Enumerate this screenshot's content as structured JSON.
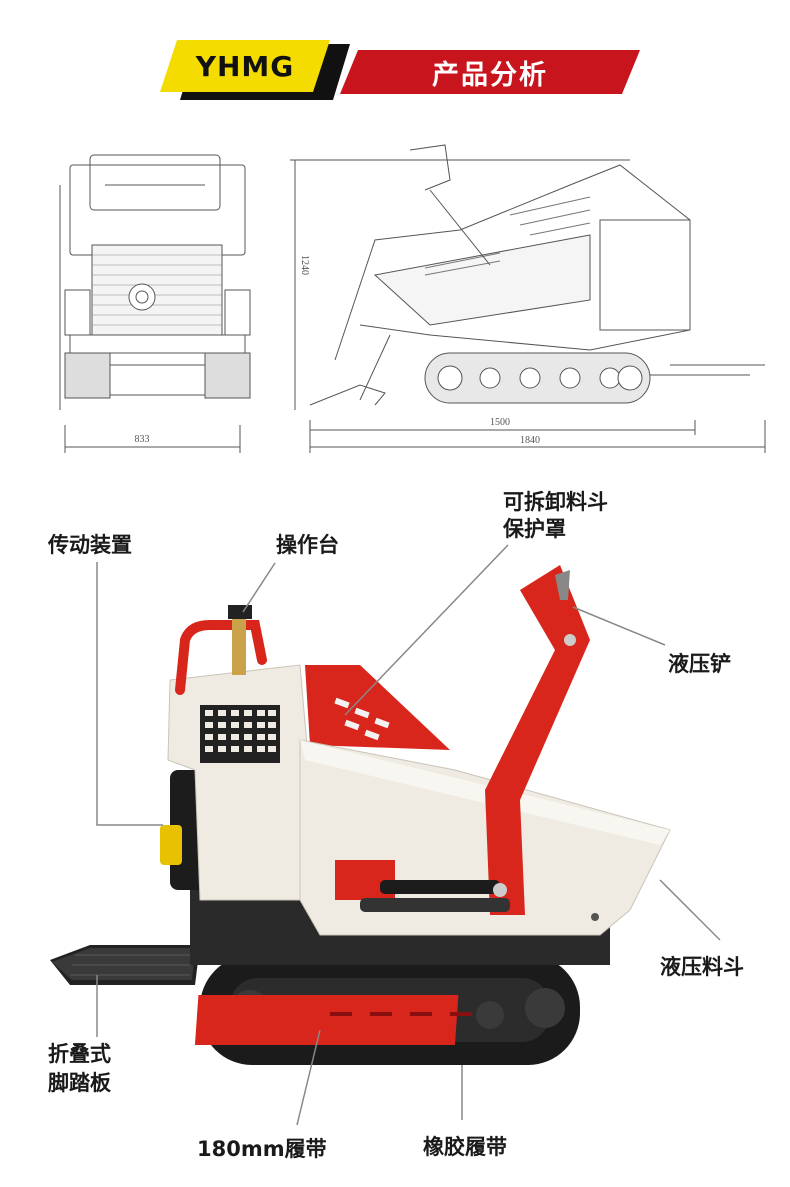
{
  "header": {
    "logo": "YHMG",
    "title": "产品分析"
  },
  "drawing": {
    "front_width": "833",
    "height": "1240",
    "side_length_inner": "1500",
    "side_length_total": "1840"
  },
  "callouts": {
    "transmission": "传动装置",
    "console": "操作台",
    "guard_line1": "可拆卸料斗",
    "guard_line2": "保护罩",
    "shovel": "液压铲",
    "bucket": "液压料斗",
    "pedal_line1": "折叠式",
    "pedal_line2": "脚踏板",
    "track_size": "180mm履带",
    "rubber_track": "橡胶履带"
  },
  "colors": {
    "brand_yellow": "#f5dc00",
    "brand_red": "#c8141c",
    "machine_red": "#d9261c",
    "machine_cream": "#efebe2"
  }
}
